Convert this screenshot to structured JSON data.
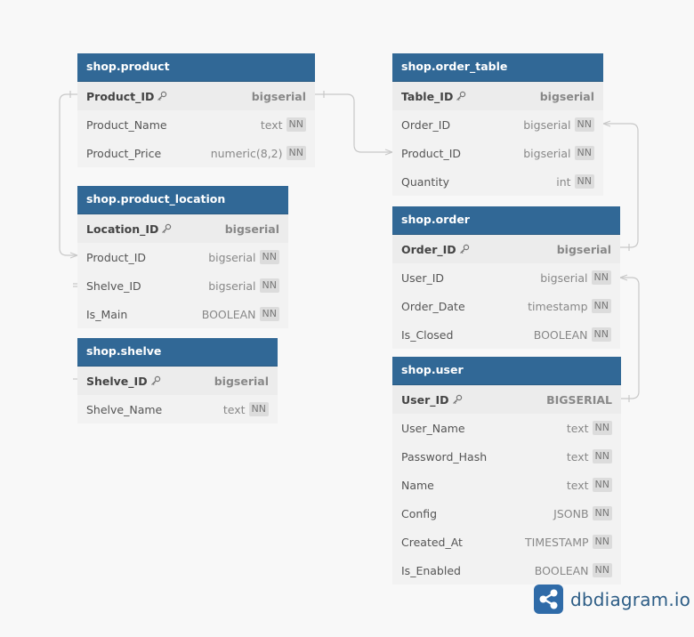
{
  "tables": [
    {
      "title": "shop.product",
      "columns": [
        {
          "name": "Product_ID",
          "type": "bigserial",
          "pk": true,
          "nn": false
        },
        {
          "name": "Product_Name",
          "type": "text",
          "pk": false,
          "nn": true
        },
        {
          "name": "Product_Price",
          "type": "numeric(8,2)",
          "pk": false,
          "nn": true
        }
      ]
    },
    {
      "title": "shop.product_location",
      "columns": [
        {
          "name": "Location_ID",
          "type": "bigserial",
          "pk": true,
          "nn": false
        },
        {
          "name": "Product_ID",
          "type": "bigserial",
          "pk": false,
          "nn": true
        },
        {
          "name": "Shelve_ID",
          "type": "bigserial",
          "pk": false,
          "nn": true
        },
        {
          "name": "Is_Main",
          "type": "BOOLEAN",
          "pk": false,
          "nn": true
        }
      ]
    },
    {
      "title": "shop.shelve",
      "columns": [
        {
          "name": "Shelve_ID",
          "type": "bigserial",
          "pk": true,
          "nn": false
        },
        {
          "name": "Shelve_Name",
          "type": "text",
          "pk": false,
          "nn": true
        }
      ]
    },
    {
      "title": "shop.order_table",
      "columns": [
        {
          "name": "Table_ID",
          "type": "bigserial",
          "pk": true,
          "nn": false
        },
        {
          "name": "Order_ID",
          "type": "bigserial",
          "pk": false,
          "nn": true
        },
        {
          "name": "Product_ID",
          "type": "bigserial",
          "pk": false,
          "nn": true
        },
        {
          "name": "Quantity",
          "type": "int",
          "pk": false,
          "nn": true
        }
      ]
    },
    {
      "title": "shop.order",
      "columns": [
        {
          "name": "Order_ID",
          "type": "bigserial",
          "pk": true,
          "nn": false
        },
        {
          "name": "User_ID",
          "type": "bigserial",
          "pk": false,
          "nn": true
        },
        {
          "name": "Order_Date",
          "type": "timestamp",
          "pk": false,
          "nn": true
        },
        {
          "name": "Is_Closed",
          "type": "BOOLEAN",
          "pk": false,
          "nn": true
        }
      ]
    },
    {
      "title": "shop.user",
      "columns": [
        {
          "name": "User_ID",
          "type": "BIGSERIAL",
          "pk": true,
          "nn": false
        },
        {
          "name": "User_Name",
          "type": "text",
          "pk": false,
          "nn": true
        },
        {
          "name": "Password_Hash",
          "type": "text",
          "pk": false,
          "nn": true
        },
        {
          "name": "Name",
          "type": "text",
          "pk": false,
          "nn": true
        },
        {
          "name": "Config",
          "type": "JSONB",
          "pk": false,
          "nn": true
        },
        {
          "name": "Created_At",
          "type": "TIMESTAMP",
          "pk": false,
          "nn": true
        },
        {
          "name": "Is_Enabled",
          "type": "BOOLEAN",
          "pk": false,
          "nn": true
        }
      ]
    }
  ],
  "nn_label": "NN",
  "logo": {
    "text": "dbdiagram.io",
    "icon": "share-network-icon"
  },
  "colors": {
    "header": "#316896",
    "body": "#f2f2f2",
    "connector": "#c8c8c8",
    "logo": "#2d5d86"
  }
}
